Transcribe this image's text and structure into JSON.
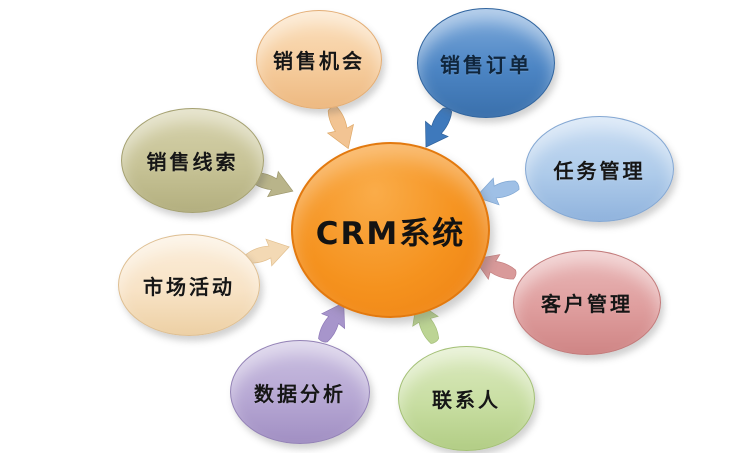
{
  "diagram": {
    "type": "hub-and-spoke",
    "center": {
      "label": "CRM系统",
      "color": "#F5921E",
      "text_color": "#131313"
    },
    "nodes": [
      {
        "id": "sales-opportunity",
        "label": "销售机会",
        "color": "#F6CD9E",
        "arrow_color": "#F2C493",
        "position": "top-left"
      },
      {
        "id": "sales-order",
        "label": "销售订单",
        "color": "#4C85C4",
        "arrow_color": "#3E79BC",
        "position": "top-right"
      },
      {
        "id": "task-management",
        "label": "任务管理",
        "color": "#AECBEA",
        "arrow_color": "#9FC0E6",
        "position": "right-upper"
      },
      {
        "id": "customer-management",
        "label": "客户管理",
        "color": "#DF9E9E",
        "arrow_color": "#D99A9A",
        "position": "right-lower"
      },
      {
        "id": "contacts",
        "label": "联系人",
        "color": "#C8DEA2",
        "arrow_color": "#BCD494",
        "position": "bottom-right"
      },
      {
        "id": "data-analysis",
        "label": "数据分析",
        "color": "#B7A8D4",
        "arrow_color": "#A795CB",
        "position": "bottom-left"
      },
      {
        "id": "marketing-activity",
        "label": "市场活动",
        "color": "#F8E3C6",
        "arrow_color": "#F3D9B4",
        "position": "left-lower"
      },
      {
        "id": "sales-leads",
        "label": "销售线索",
        "color": "#C7C396",
        "arrow_color": "#B9B48A",
        "position": "left-upper"
      }
    ]
  }
}
